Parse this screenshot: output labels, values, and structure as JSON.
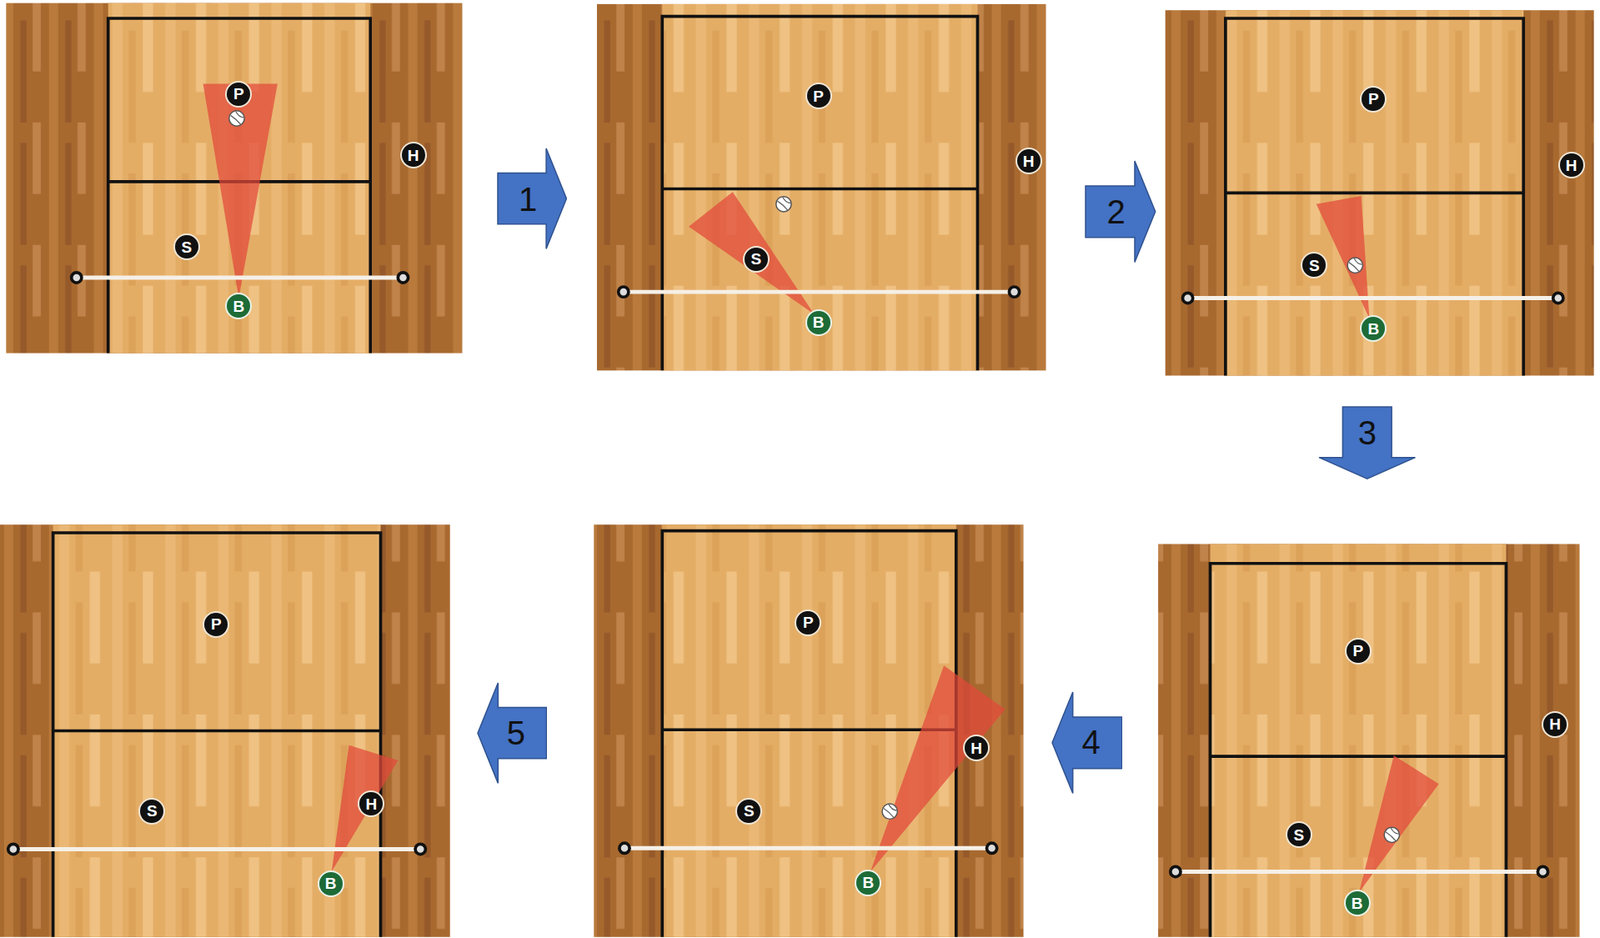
{
  "diagram": {
    "nodes": [
      {
        "text": [
          "P"
        ]
      },
      {
        "text": [
          "H"
        ]
      },
      {
        "text": [
          "S"
        ]
      },
      {
        "text": [
          "B"
        ]
      },
      {
        "text": [
          "1"
        ]
      },
      {
        "text": [
          "P"
        ]
      },
      {
        "text": [
          "H"
        ]
      },
      {
        "text": [
          "S"
        ]
      },
      {
        "text": [
          "B"
        ]
      },
      {
        "text": [
          "2"
        ]
      },
      {
        "text": [
          "P"
        ]
      },
      {
        "text": [
          "H"
        ]
      },
      {
        "text": [
          "S"
        ]
      },
      {
        "text": [
          "B"
        ]
      },
      {
        "text": [
          "3"
        ]
      },
      {
        "text": [
          "P"
        ]
      },
      {
        "text": [
          "H"
        ]
      },
      {
        "text": [
          "S"
        ]
      },
      {
        "text": [
          "B"
        ]
      },
      {
        "text": [
          "4"
        ]
      },
      {
        "text": [
          "P"
        ]
      },
      {
        "text": [
          "H"
        ]
      },
      {
        "text": [
          "S"
        ]
      },
      {
        "text": [
          "B"
        ]
      },
      {
        "text": [
          "5"
        ]
      },
      {
        "text": [
          "P"
        ]
      },
      {
        "text": [
          "H"
        ]
      },
      {
        "text": [
          "S"
        ]
      },
      {
        "text": [
          "B"
        ]
      }
    ]
  }
}
